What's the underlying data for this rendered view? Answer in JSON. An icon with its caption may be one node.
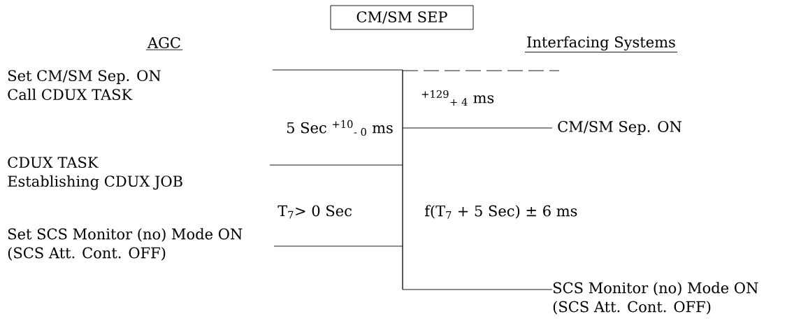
{
  "diagram": {
    "nodes": [
      {
        "text": [
          "CM/SM SEP"
        ]
      },
      {
        "text": [
          "Set CM/SM Sep. ON Call CDUX TASK"
        ]
      },
      {
        "text": [
          "CDUX TASK Establishing CDUX JOB"
        ]
      },
      {
        "text": [
          "Set SCS Monitor (no) Mode ON (SCS Att. Cont. OFF)"
        ]
      },
      {
        "text": [],
        "shape": "bar"
      },
      {
        "text": [
          "CM/SM Sep. ON"
        ]
      },
      {
        "text": [
          "SCS Monitor (no) Mode ON (SCS Att. Cont. OFF)"
        ]
      }
    ],
    "edges": [
      {
        "from": null,
        "to": 4,
        "arrow": "none"
      },
      {
        "from": null,
        "to": 4,
        "arrow": "none"
      },
      {
        "from": null,
        "to": 4,
        "arrow": "none"
      },
      {
        "from": 4,
        "to": null,
        "arrow": "none",
        "style": "dashed"
      },
      {
        "from": 4,
        "to": 5,
        "arrow": "none"
      },
      {
        "from": 4,
        "to": 6,
        "arrow": "none"
      }
    ],
    "labels": [
      "AGC",
      "Interfacing Systems",
      "5 Sec $^{+10}$$_{- 0}$ ms",
      "$^{+129}$$_{+ 4}$ ms",
      "T$_{7}$> 0 Sec",
      "f(T$_{7}$ + 5 Sec) ± 6 ms"
    ]
  }
}
